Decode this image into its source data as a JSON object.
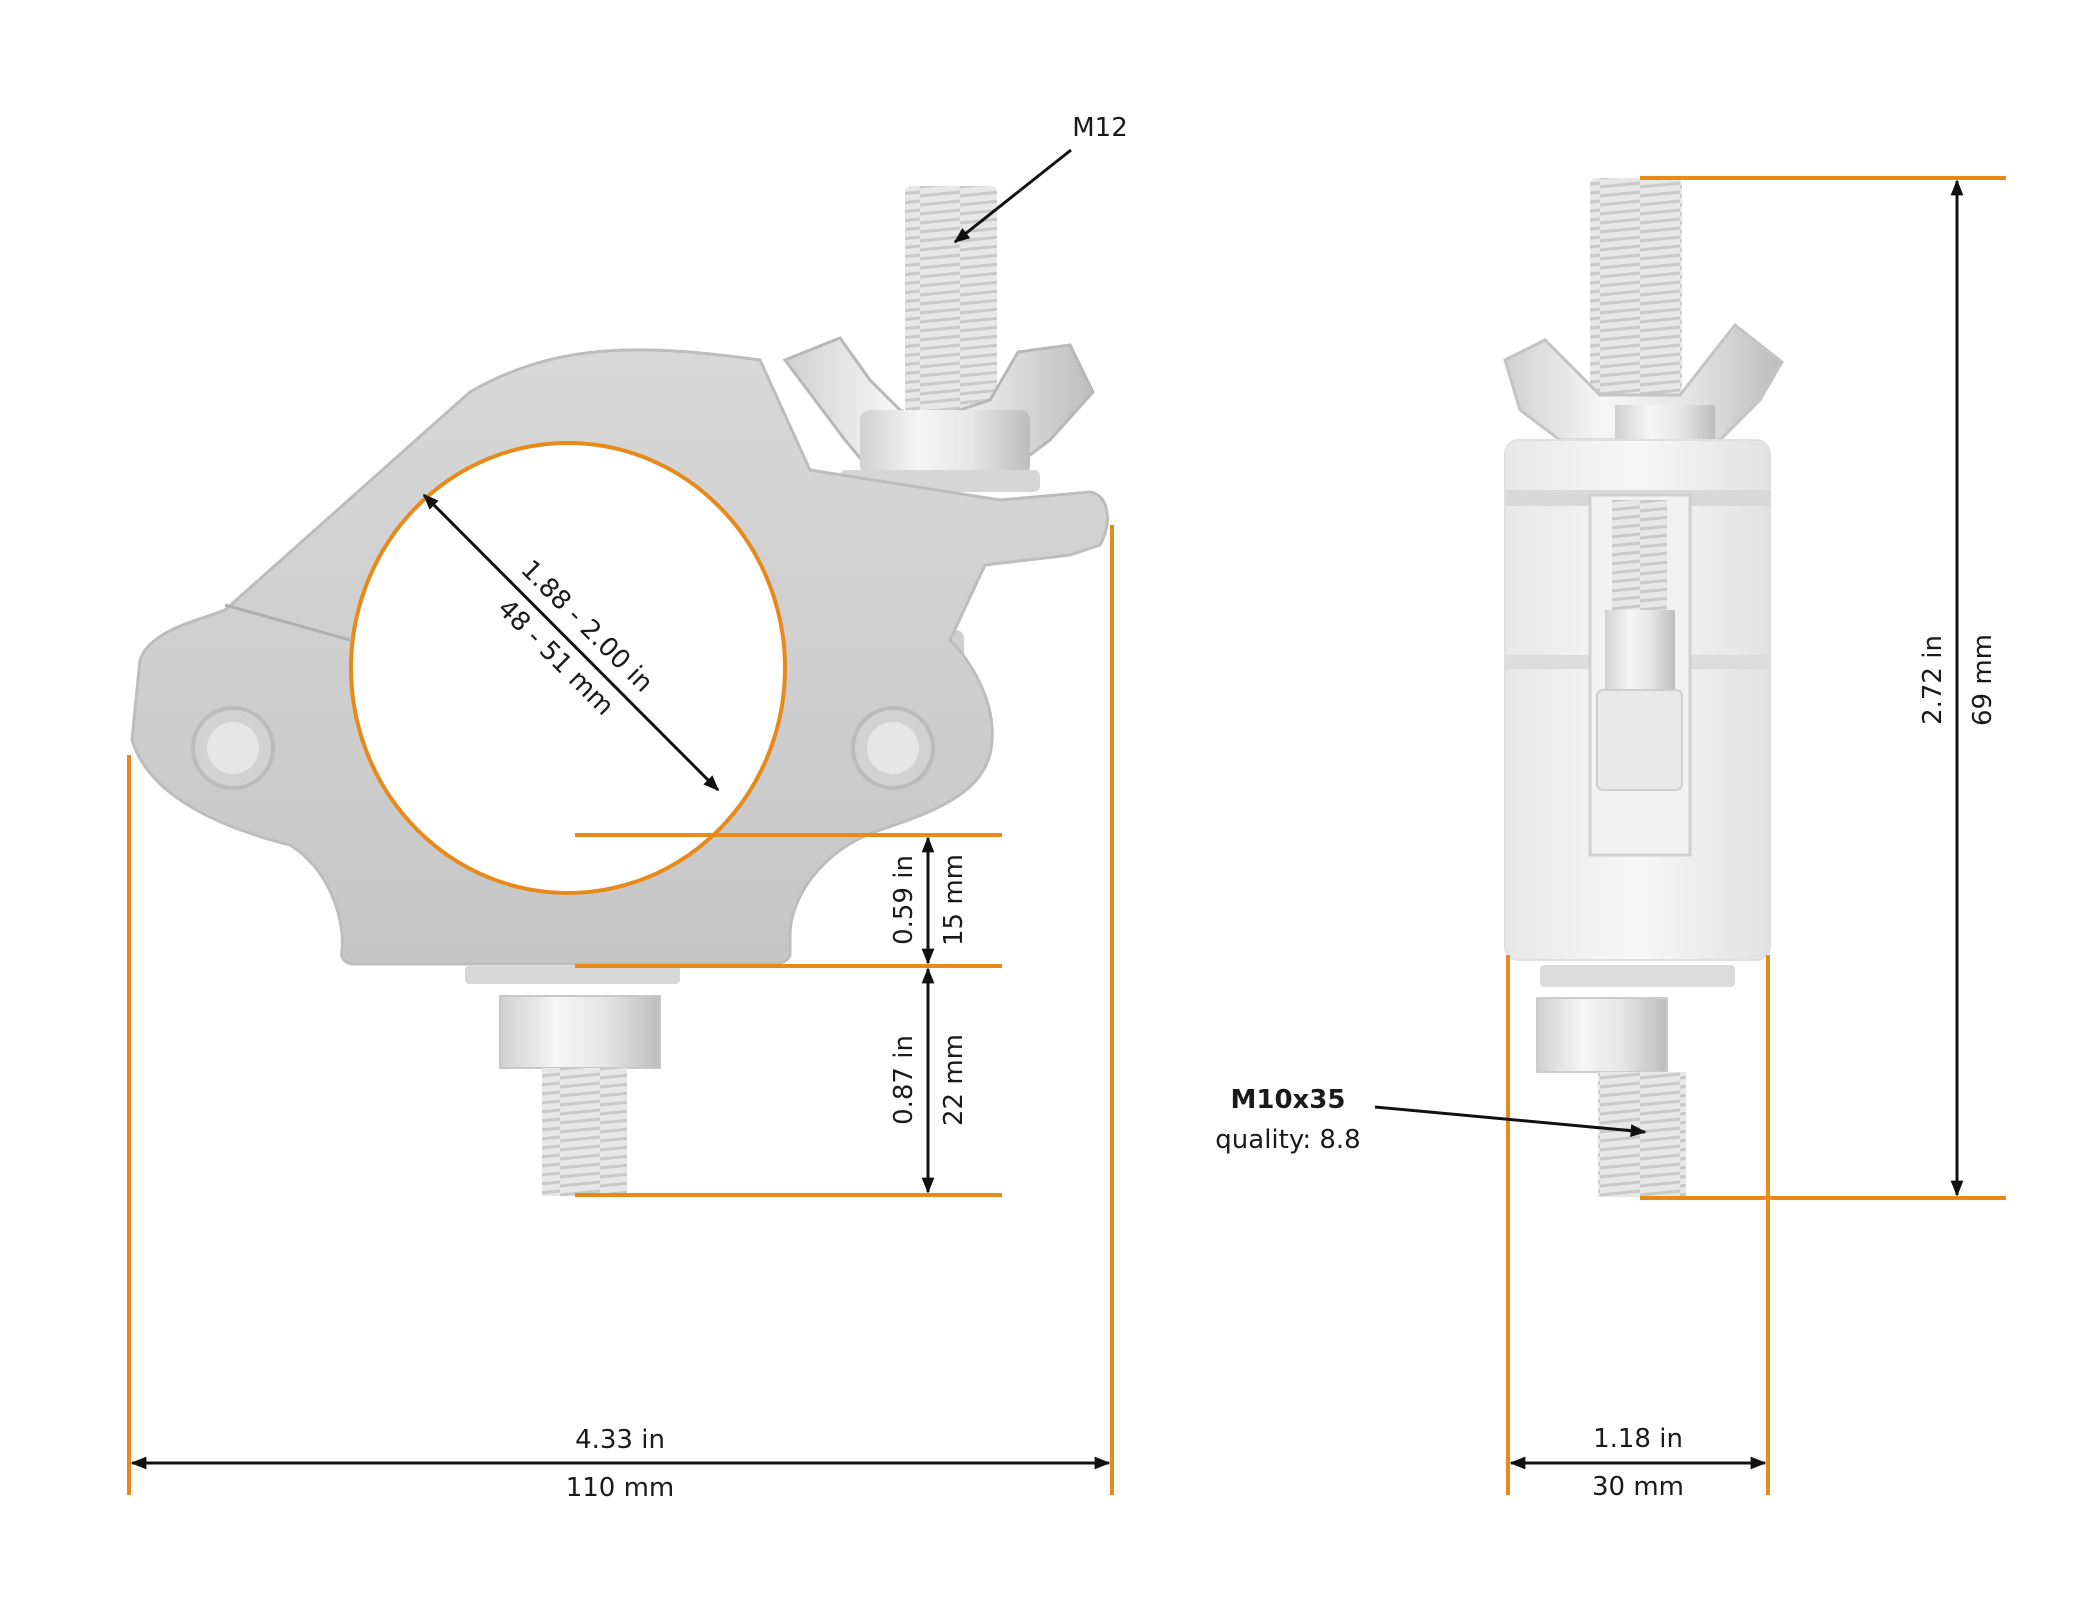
{
  "colors": {
    "dimension_line": "#e8891a",
    "arrow": "#111111",
    "metal_light": "#dcdcdc",
    "metal_mid": "#c4c4c4",
    "metal_dark": "#a8a8a8",
    "background": "#ffffff"
  },
  "labels": {
    "bolt_thread": "M12",
    "tube_in": "1.88 - 2.00 in",
    "tube_mm": "48 - 51 mm",
    "jaw_in": "0.59 in",
    "jaw_mm": "15 mm",
    "bolt_len_in": "0.87 in",
    "bolt_len_mm": "22 mm",
    "width_in": "4.33 in",
    "width_mm": "110 mm",
    "height_in": "2.72 in",
    "height_mm": "69 mm",
    "depth_in": "1.18 in",
    "depth_mm": "30 mm",
    "bolt_spec": "M10x35",
    "bolt_quality": "quality: 8.8"
  }
}
